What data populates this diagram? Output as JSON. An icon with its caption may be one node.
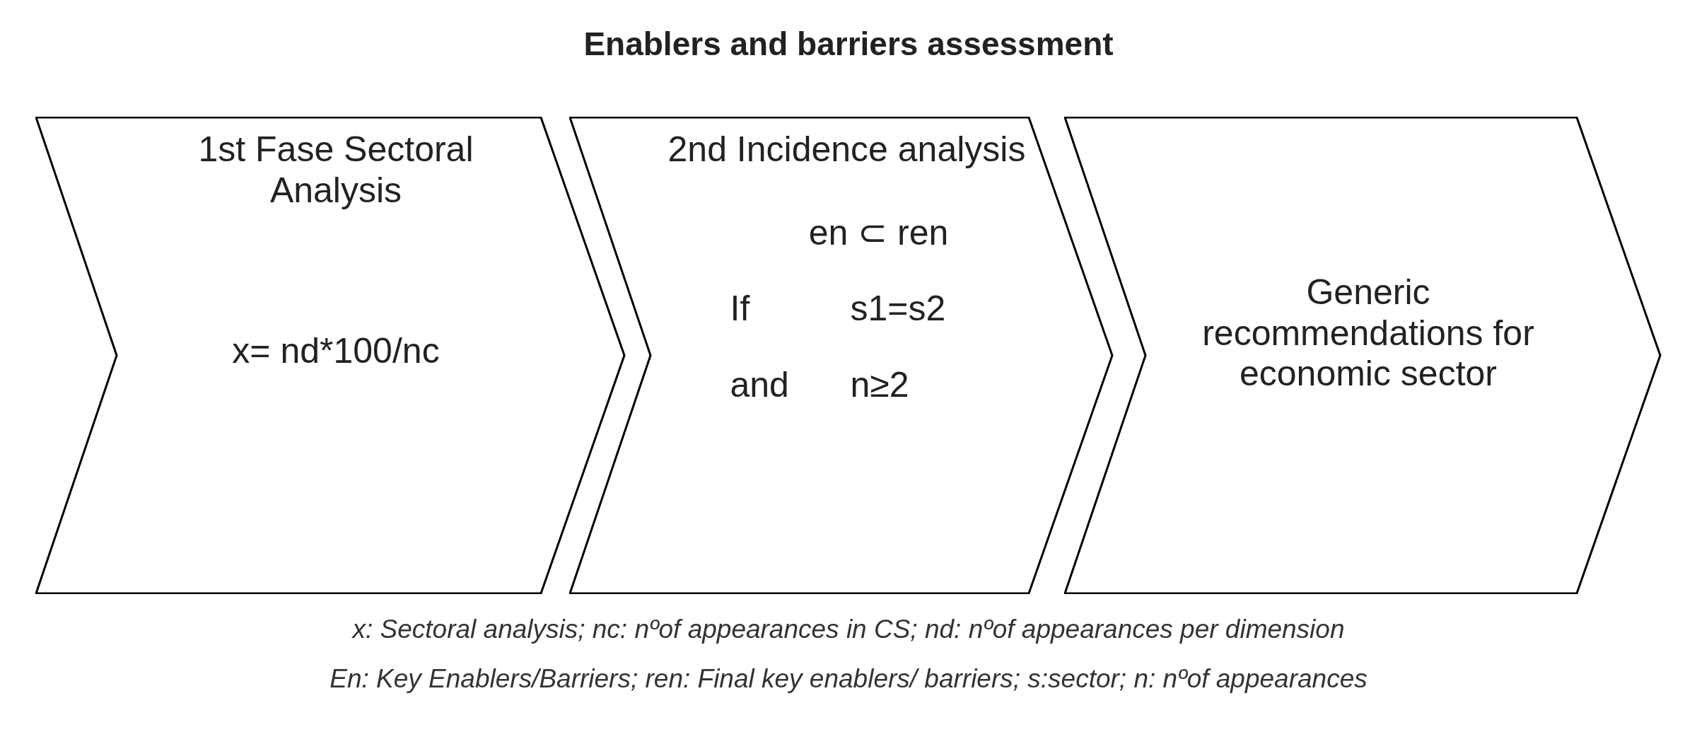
{
  "diagram": {
    "title": "Enablers and barriers assessment",
    "nodes": [
      {
        "text": [
          "1st Fase Sectoral Analysis",
          "x= nd*100/nc"
        ]
      },
      {
        "text": [
          "2nd Incidence analysis",
          "en ⊂ ren",
          "If",
          "s1=s2",
          "and",
          "n≥2"
        ]
      },
      {
        "text": [
          "Generic recommendations for economic sector"
        ]
      }
    ],
    "labels": [
      "x: Sectoral analysis; nc: nºof appearances in CS; nd: nºof appearances per dimension",
      "En: Key Enablers/Barriers; ren: Final key enablers/ barriers; s:sector; n: nºof appearances"
    ]
  }
}
